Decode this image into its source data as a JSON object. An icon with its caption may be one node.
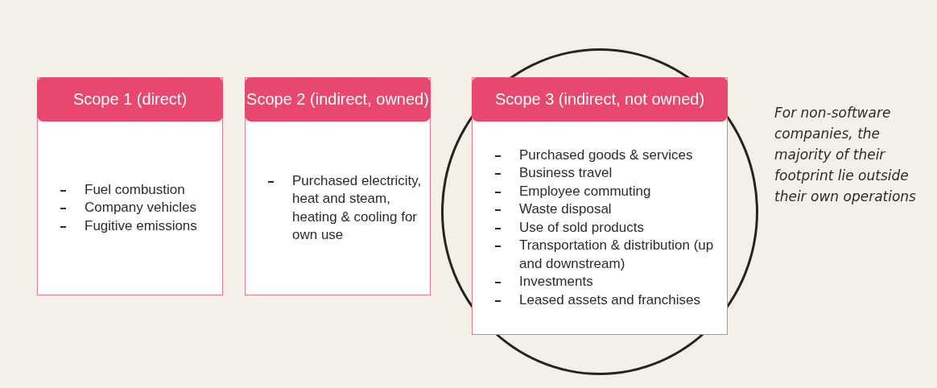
{
  "diagram": {
    "nodes": [
      {
        "text": [
          "Scope 1 (direct)",
          "Fuel combustion",
          "Company vehicles",
          "Fugitive emissions"
        ]
      },
      {
        "text": [
          "Scope 2 (indirect, owned)",
          "Purchased electricity, heat and steam, heating & cooling for own use"
        ]
      },
      {
        "text": [],
        "shape": "circle"
      },
      {
        "in": 2,
        "text": [
          "Scope 3 (indirect, not owned)",
          "Purchased goods & services",
          "Business travel",
          "Employee commuting",
          "Waste disposal",
          "Use of sold products",
          "Transportation & distribution (up and downstream)",
          "Investments",
          "Leased assets and franchises"
        ]
      }
    ],
    "labels": [
      "For non-software companies, the majority of their footprint lie outside their own operations"
    ]
  }
}
